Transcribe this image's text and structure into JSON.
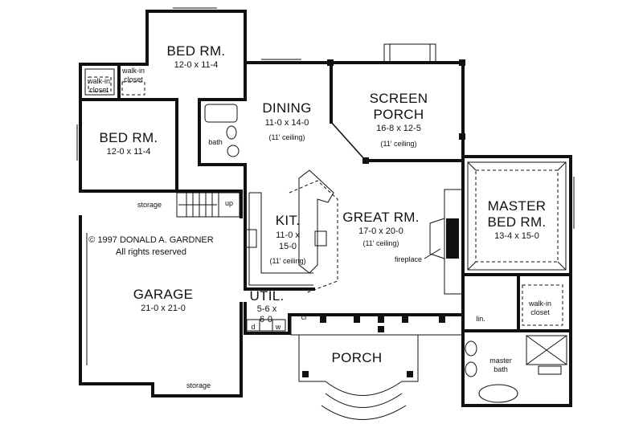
{
  "rooms": {
    "bed1": {
      "name": "BED RM.",
      "dims": "12-0  x  11-4"
    },
    "bed2": {
      "name": "BED RM.",
      "dims": "12-0  x  11-4"
    },
    "walkin1": {
      "line1": "walk-in",
      "line2": "closet"
    },
    "walkin2": {
      "line1": "walk-in",
      "line2": "closet"
    },
    "bath": {
      "name": "bath"
    },
    "dining": {
      "name": "DINING",
      "dims": "11-0  x  14-0",
      "note": "(11' ceiling)"
    },
    "screen_porch": {
      "line1": "SCREEN",
      "line2": "PORCH",
      "dims": "16-8  x  12-5",
      "note": "(11' ceiling)"
    },
    "master": {
      "line1": "MASTER",
      "line2": "BED RM.",
      "dims": "13-4  x  15-0"
    },
    "great": {
      "name": "GREAT RM.",
      "dims": "17-0  x  20-0",
      "note": "(11' ceiling)"
    },
    "kit": {
      "name": "KIT.",
      "dims1": "11-0  x",
      "dims2": "15-0",
      "note": "(11' ceiling)"
    },
    "garage": {
      "name": "GARAGE",
      "dims": "21-0  x  21-0"
    },
    "util": {
      "name": "UTIL.",
      "dims1": "5-6  x",
      "dims2": "6-0"
    },
    "porch": {
      "name": "PORCH"
    },
    "master_bath": {
      "line1": "master",
      "line2": "bath"
    },
    "walkin3": {
      "line1": "walk-in",
      "line2": "closet"
    }
  },
  "labels": {
    "storage_upper": "storage",
    "storage_lower": "storage",
    "up": "up",
    "fireplace": "fireplace",
    "linen": "lin.",
    "closet": "cl",
    "dw": "d",
    "washer": "w",
    "copyright1": "© 1997 DONALD A. GARDNER",
    "copyright2": "All rights reserved"
  }
}
